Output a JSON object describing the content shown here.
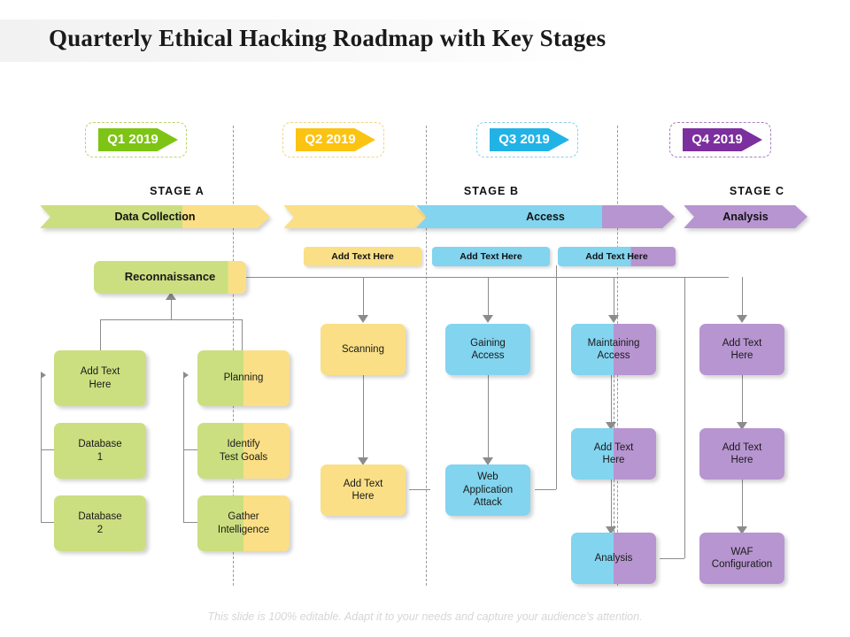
{
  "slide": {
    "title": "Quarterly Ethical Hacking Roadmap with Key Stages",
    "footer": "This slide is 100% editable. Adapt it to your needs and capture your audience's attention."
  },
  "palette": {
    "green": "#cbdf80",
    "yellow": "#fadf86",
    "blue": "#82d4ef",
    "purple": "#b795d0",
    "green_strong": "#7ec414",
    "yellow_strong": "#fbc312",
    "blue_strong": "#22b3e6",
    "purple_strong": "#7c2f9e",
    "line": "#8c8c8c"
  },
  "quarters": [
    {
      "label": "Q1 2019",
      "color": "#7ec414",
      "border": "#b9d46a"
    },
    {
      "label": "Q2 2019",
      "color": "#fbc312",
      "border": "#f3d487"
    },
    {
      "label": "Q3 2019",
      "color": "#22b3e6",
      "border": "#8ecfe7"
    },
    {
      "label": "Q4 2019",
      "color": "#7c2f9e",
      "border": "#a87fc0"
    }
  ],
  "stage_captions": [
    {
      "label": "STAGE  A"
    },
    {
      "label": "STAGE  B"
    },
    {
      "label": "STAGE  C"
    }
  ],
  "stage_bars": [
    {
      "label": "Data Collection",
      "from": "#cbdf80",
      "to": "#fadf86",
      "split": 62
    },
    {
      "label": "",
      "from": "#fadf86",
      "to": "#fadf86",
      "split": 100
    },
    {
      "label": "Access",
      "from": "#82d4ef",
      "to": "#b795d0",
      "split": 72
    },
    {
      "label": "Analysis",
      "from": "#b795d0",
      "to": "#b795d0",
      "split": 100
    }
  ],
  "chips": [
    {
      "label": "Add Text Here",
      "from": "#fadf86",
      "to": "#fadf86",
      "split": 100
    },
    {
      "label": "Add Text Here",
      "from": "#82d4ef",
      "to": "#82d4ef",
      "split": 100
    },
    {
      "label": "Add Text Here",
      "from": "#82d4ef",
      "to": "#b795d0",
      "split": 62
    }
  ],
  "boxes": {
    "reconnaissance": {
      "label": "Reconnaissance",
      "from": "#cbdf80",
      "to": "#fadf86",
      "split": 88
    },
    "left_add_text": {
      "label": "Add Text\nHere",
      "from": "#cbdf80",
      "to": "#cbdf80",
      "split": 100
    },
    "database_1": {
      "label": "Database\n1",
      "from": "#cbdf80",
      "to": "#cbdf80",
      "split": 100
    },
    "database_2": {
      "label": "Database\n2",
      "from": "#cbdf80",
      "to": "#cbdf80",
      "split": 100
    },
    "planning": {
      "label": "Planning",
      "from": "#cbdf80",
      "to": "#fadf86",
      "split": 50
    },
    "identify_goals": {
      "label": "Identify\nTest Goals",
      "from": "#cbdf80",
      "to": "#fadf86",
      "split": 50
    },
    "gather_intel": {
      "label": "Gather\nIntelligence",
      "from": "#cbdf80",
      "to": "#fadf86",
      "split": 50
    },
    "scanning": {
      "label": "Scanning",
      "from": "#fadf86",
      "to": "#fadf86",
      "split": 100
    },
    "scan_add_text": {
      "label": "Add Text\nHere",
      "from": "#fadf86",
      "to": "#fadf86",
      "split": 100
    },
    "gaining_access": {
      "label": "Gaining\nAccess",
      "from": "#82d4ef",
      "to": "#82d4ef",
      "split": 100
    },
    "web_app_attack": {
      "label": "Web\nApplication\nAttack",
      "from": "#82d4ef",
      "to": "#82d4ef",
      "split": 100
    },
    "maintaining": {
      "label": "Maintaining\nAccess",
      "from": "#82d4ef",
      "to": "#b795d0",
      "split": 50
    },
    "maint_add_text": {
      "label": "Add Text\nHere",
      "from": "#82d4ef",
      "to": "#b795d0",
      "split": 50
    },
    "analysis_box": {
      "label": "Analysis",
      "from": "#82d4ef",
      "to": "#b795d0",
      "split": 50
    },
    "right_add_1": {
      "label": "Add Text\nHere",
      "from": "#b795d0",
      "to": "#b795d0",
      "split": 100
    },
    "right_add_2": {
      "label": "Add Text\nHere",
      "from": "#b795d0",
      "to": "#b795d0",
      "split": 100
    },
    "waf_config": {
      "label": "WAF\nConfiguration",
      "from": "#b795d0",
      "to": "#b795d0",
      "split": 100
    }
  }
}
